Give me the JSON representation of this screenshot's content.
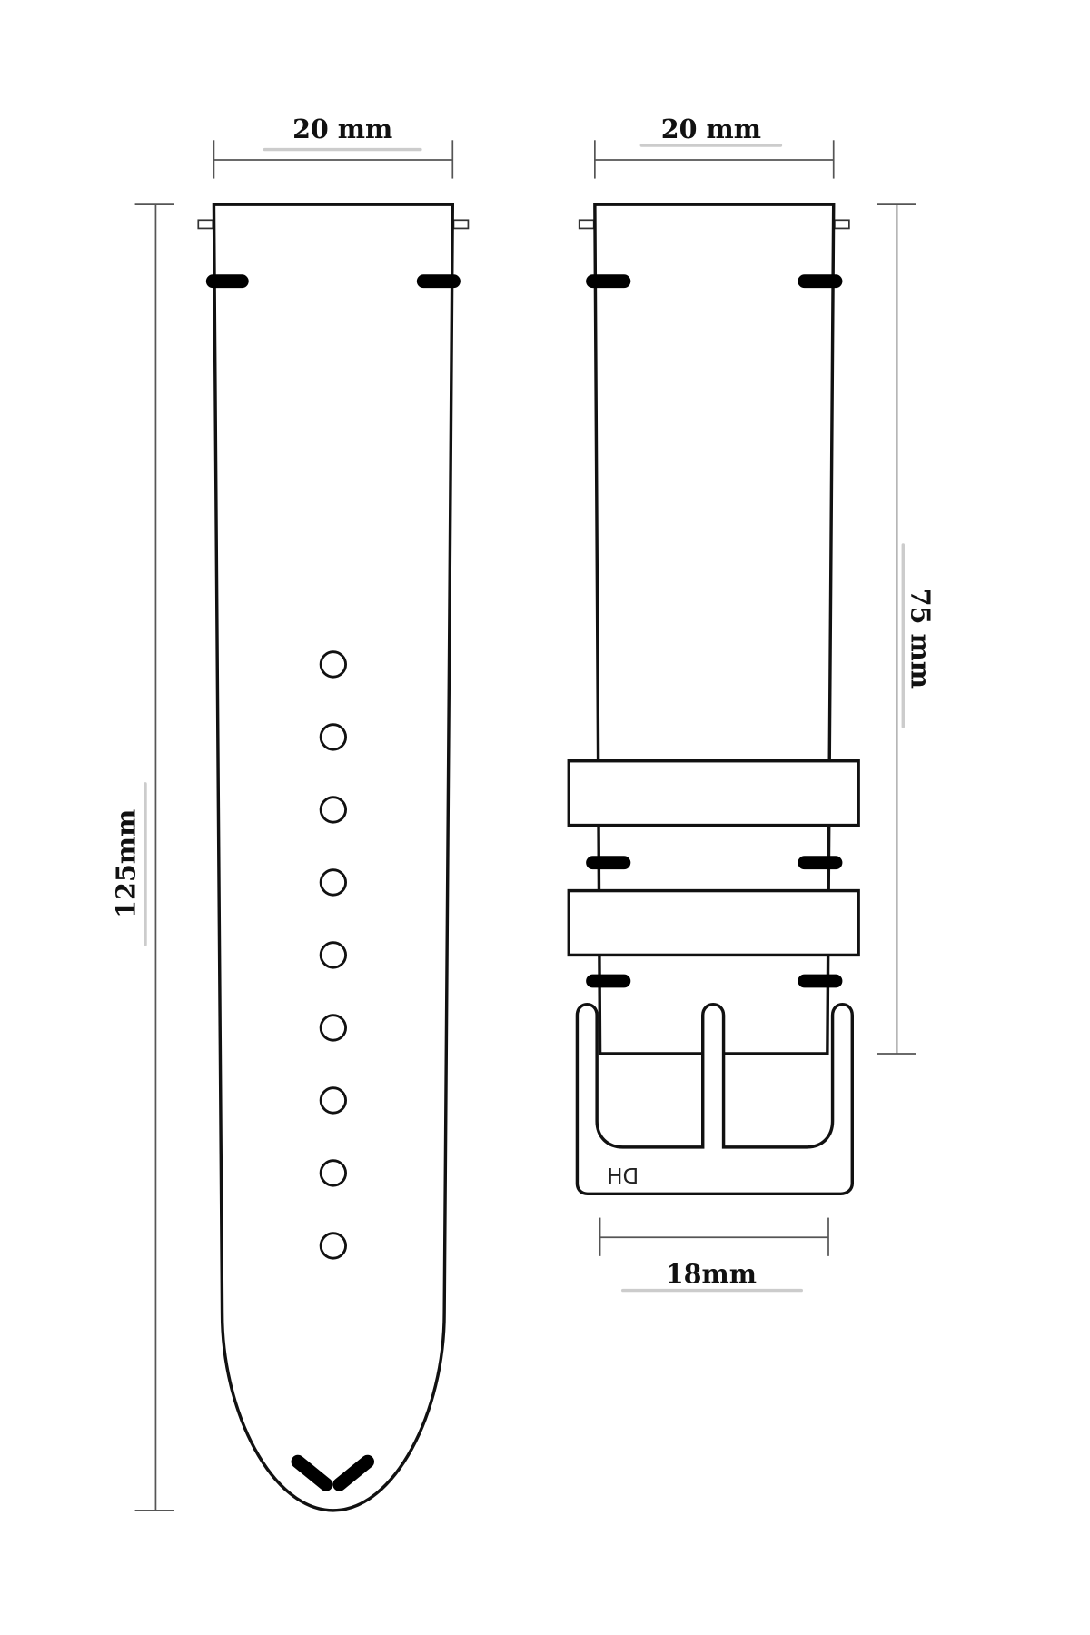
{
  "diagram": {
    "long_strap": {
      "width_label": "20 mm",
      "length_label": "125mm",
      "hole_count": 9
    },
    "short_strap": {
      "width_label": "20 mm",
      "length_label": "75 mm",
      "buckle_width_label": "18mm",
      "buckle_logo": "DH"
    },
    "colors": {
      "outline": "#111111",
      "background": "#ffffff",
      "dimension": "#555555"
    }
  }
}
